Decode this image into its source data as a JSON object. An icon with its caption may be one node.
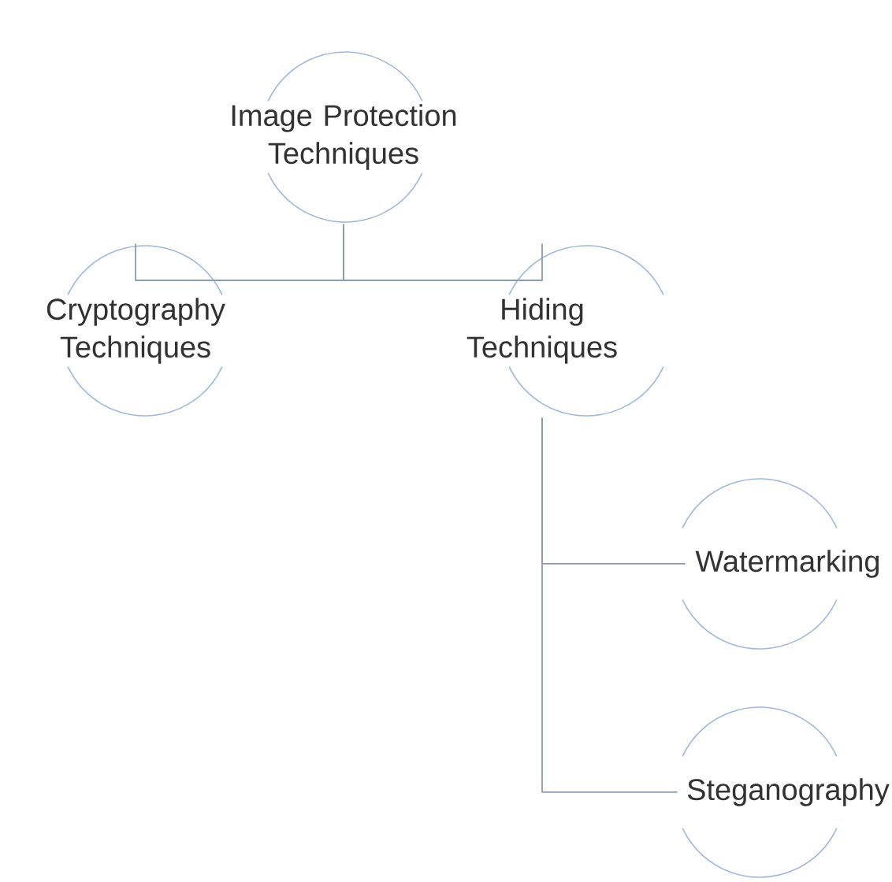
{
  "diagram": {
    "nodes": [
      {
        "text": [
          "Image Protection Techniques"
        ]
      },
      {
        "text": [
          "Cryptography Techniques"
        ]
      },
      {
        "text": [
          "Hiding Techniques"
        ]
      },
      {
        "text": [
          "Watermarking"
        ]
      },
      {
        "text": [
          "Steganography"
        ]
      }
    ],
    "edges": [
      {
        "from": 0,
        "to": 1,
        "arrow": "none"
      },
      {
        "from": 0,
        "to": 2,
        "arrow": "none"
      },
      {
        "from": 2,
        "to": 3,
        "arrow": "none"
      },
      {
        "from": 2,
        "to": 4,
        "arrow": "none"
      }
    ]
  }
}
